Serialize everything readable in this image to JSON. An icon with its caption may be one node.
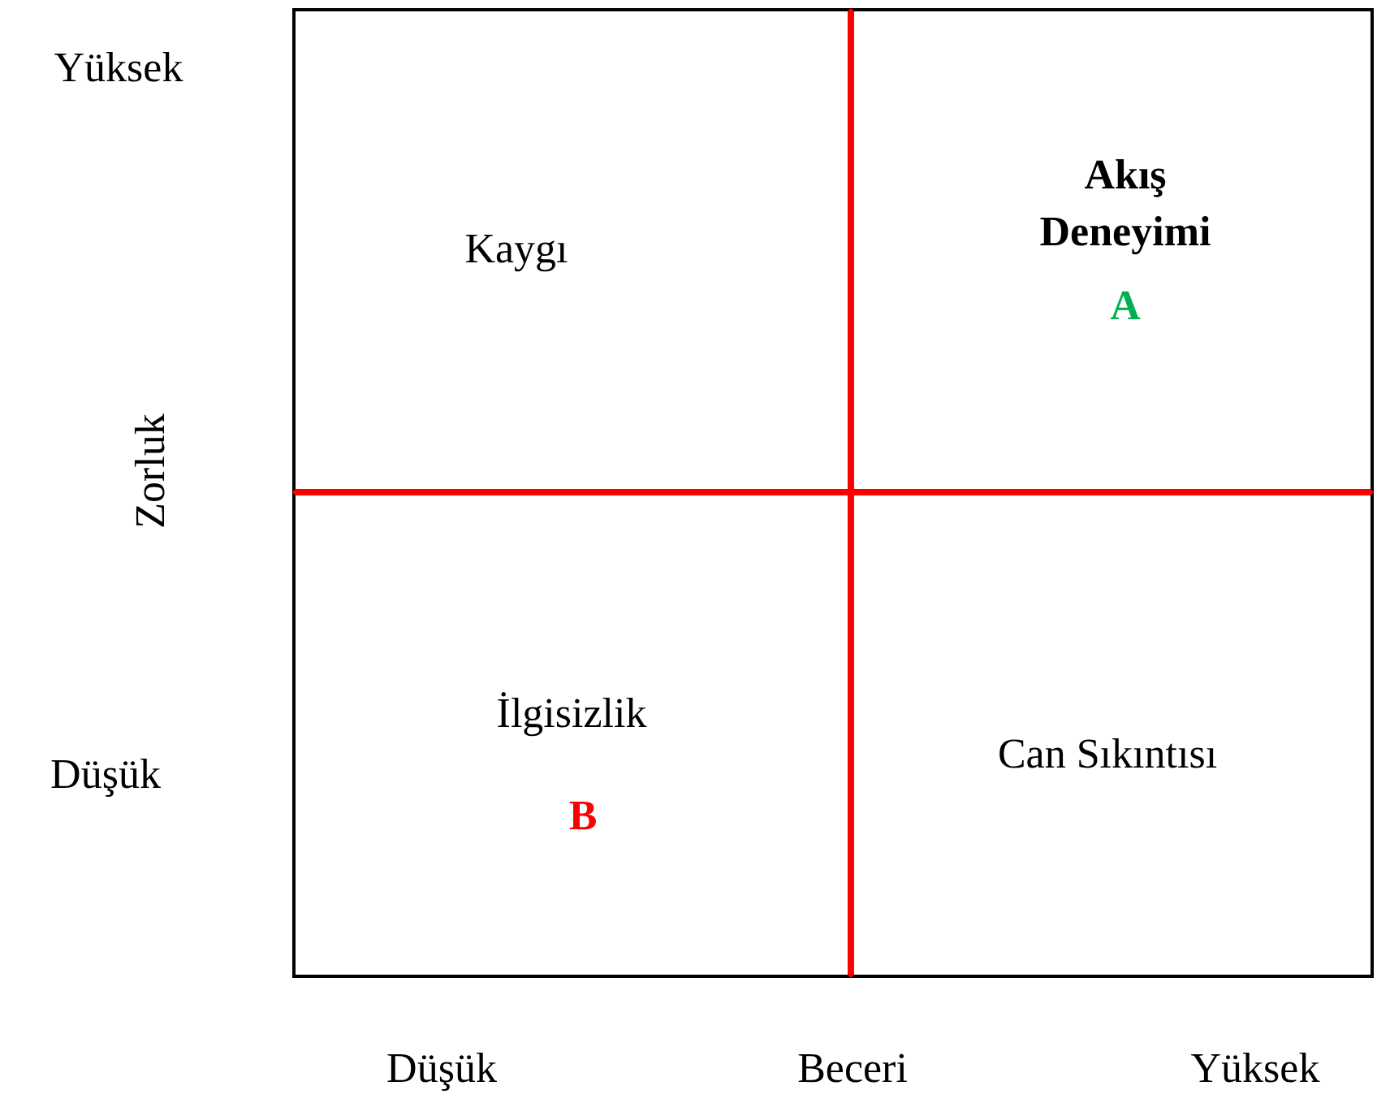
{
  "diagram": {
    "nodes": [
      {
        "text": [
          "Kaygı"
        ]
      },
      {
        "text": [
          "Akış Deneyimi",
          "A"
        ]
      },
      {
        "text": [
          "İlgisizlik",
          "B"
        ]
      },
      {
        "text": [
          "Can Sıkıntısı"
        ]
      }
    ],
    "labels": [
      "Yüksek",
      "Zorluk",
      "Düşük",
      "Düşük",
      "Beceri",
      "Yüksek"
    ]
  }
}
